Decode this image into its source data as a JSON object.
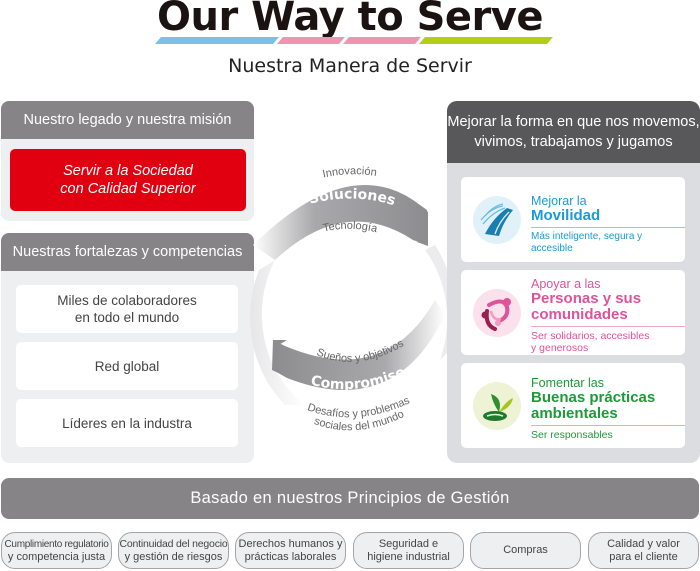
{
  "header": {
    "title": "Our Way to Serve",
    "subtitle": "Nuestra Manera de Servir",
    "stripe_colors": [
      "#7bc0e8",
      "#ef94b1",
      "#ef94b1",
      "#b3ce15"
    ]
  },
  "legacy": {
    "heading": "Nuestro legado y nuestra misión",
    "mission_line1": "Servir a la Sociedad",
    "mission_line2": "con Calidad Superior",
    "mission_color": "#e00010"
  },
  "strengths": {
    "heading": "Nuestras fortalezas y competencias",
    "items": [
      {
        "line1": "Miles de colaboradores",
        "line2": "en todo el mundo"
      },
      {
        "line1": "Red global",
        "line2": ""
      },
      {
        "line1": "Líderes en la industra",
        "line2": ""
      }
    ]
  },
  "cycle": {
    "solutions": {
      "label": "Soluciones",
      "above": "Innovación",
      "below": "Tecnología"
    },
    "commitment": {
      "label": "Compromiso",
      "above": "Sueños y objetivos",
      "below1": "Desafíos y problemas",
      "below2": "sociales del mundo"
    }
  },
  "improve": {
    "heading_line1": "Mejorar la forma en que nos movemos,",
    "heading_line2": "vivimos, trabajamos y jugamos",
    "goals": [
      {
        "pre": "Mejorar la",
        "title1": "Movilidad",
        "title2": "",
        "sub1": "Más inteligente, segura y accesible",
        "sub2": "",
        "color": "#1a9bd7",
        "icon": "mobility-road-icon"
      },
      {
        "pre": "Apoyar a las",
        "title1": "Personas y sus",
        "title2": "comunidades",
        "sub1": "Ser solidarios, accesibles",
        "sub2": "y generosos",
        "color": "#e0529a",
        "icon": "people-community-icon"
      },
      {
        "pre": "Fomentar las",
        "title1": "Buenas prácticas",
        "title2": "ambientales",
        "sub1": "Ser responsables",
        "sub2": "",
        "color": "#1e9a3a",
        "icon": "environment-leaf-icon"
      }
    ]
  },
  "principles": {
    "heading": "Basado en nuestros Principios de Gestión",
    "items": [
      {
        "line1": "Cumplimiento regulatorio",
        "line2": "y competencia justa"
      },
      {
        "line1": "Continuidad del negocio",
        "line2": "y gestión de riesgos"
      },
      {
        "line1": "Derechos humanos y",
        "line2": "prácticas laborales"
      },
      {
        "line1": "Seguridad e",
        "line2": "higiene industrial"
      },
      {
        "line1": "Compras",
        "line2": ""
      },
      {
        "line1": "Calidad y valor",
        "line2": "para el cliente"
      }
    ]
  }
}
